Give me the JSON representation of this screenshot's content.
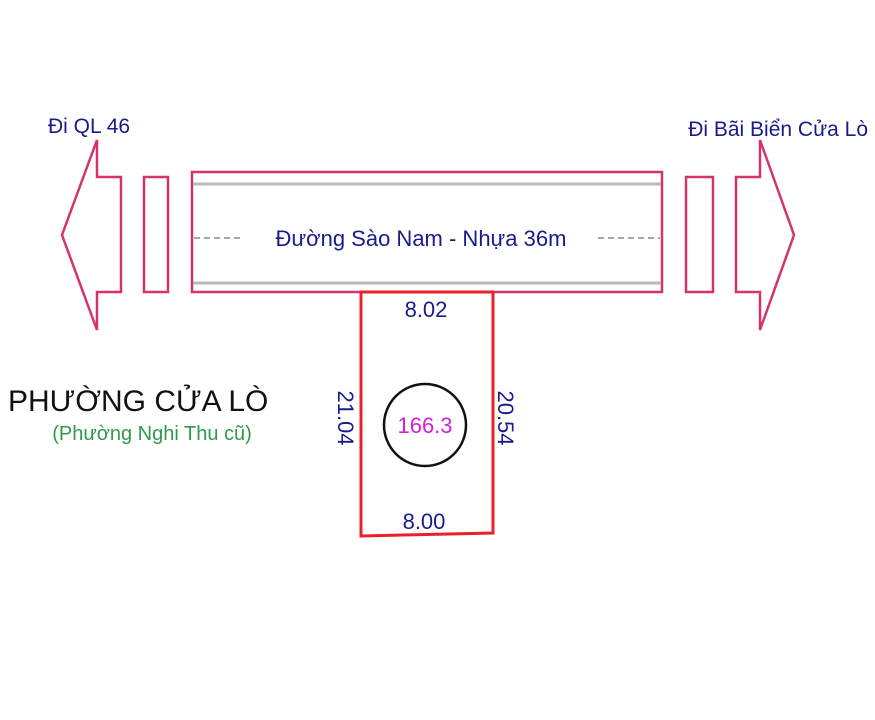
{
  "directions": {
    "left": "Đi QL 46",
    "right": "Đi Bãi Biển Cửa Lò"
  },
  "road": {
    "label": "Đường Sào Nam - Nhựa 36m"
  },
  "lot": {
    "top_width": "8.02",
    "bottom_width": "8.00",
    "left_depth": "21.04",
    "right_depth": "20.54",
    "area": "166.3"
  },
  "ward": {
    "name": "PHƯỜNG CỬA LÒ",
    "former_name": "(Phường Nghi Thu cũ)"
  },
  "colors": {
    "arrow": "#d6336c",
    "lot_border": "#e8202a",
    "road_edge": "#b8b8b8",
    "dimension_text": "#1a1a8c",
    "area_text": "#d61fd6",
    "former_name_text": "#2e9a4e",
    "ward_text": "#111111"
  }
}
